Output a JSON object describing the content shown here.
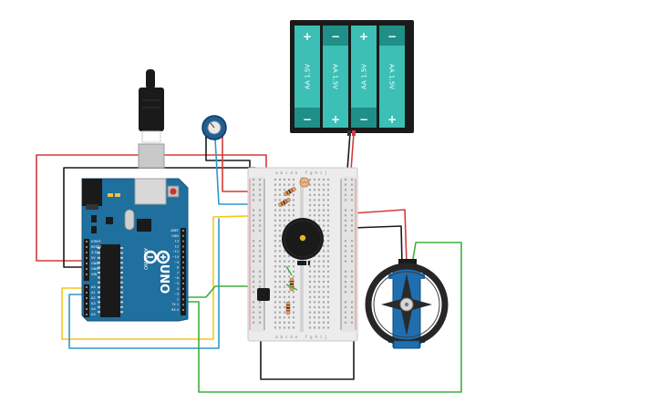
{
  "battery": {
    "cells": [
      {
        "label": "AA 1.5V",
        "orientation": "plus-top"
      },
      {
        "label": "AA 1.5V",
        "orientation": "minus-top"
      },
      {
        "label": "AA 1.5V",
        "orientation": "plus-top"
      },
      {
        "label": "AA 1.5V",
        "orientation": "minus-top"
      }
    ],
    "plus": "+",
    "minus": "−",
    "cell_color": "#3cbfb5",
    "cell_dark": "#1f8f87",
    "holder_color": "#1a1a1a"
  },
  "arduino": {
    "board_color": "#1f6f9f",
    "logo": "UNO",
    "brand": "ARDUINO",
    "power_pins": [
      "IOREF",
      "RESET",
      "3.3V",
      "5V",
      "GND",
      "GND",
      "VIN"
    ],
    "analog_pins": [
      "A0",
      "A1",
      "A2",
      "A3",
      "A4",
      "A5"
    ],
    "digital_header": [
      "AREF",
      "GND",
      "13",
      "12",
      "~11",
      "~10",
      "~9",
      "8",
      "7",
      "~6",
      "~5",
      "4",
      "~3",
      "2",
      "TX 1",
      "RX 0"
    ]
  },
  "breadboard": {
    "column_letters": "a b c d e   f g h i j"
  },
  "wire_colors": {
    "red": "#d43a3a",
    "black": "#1a1a1a",
    "yellow": "#f2c919",
    "blue": "#2b9ac9",
    "green": "#3fae3f"
  }
}
